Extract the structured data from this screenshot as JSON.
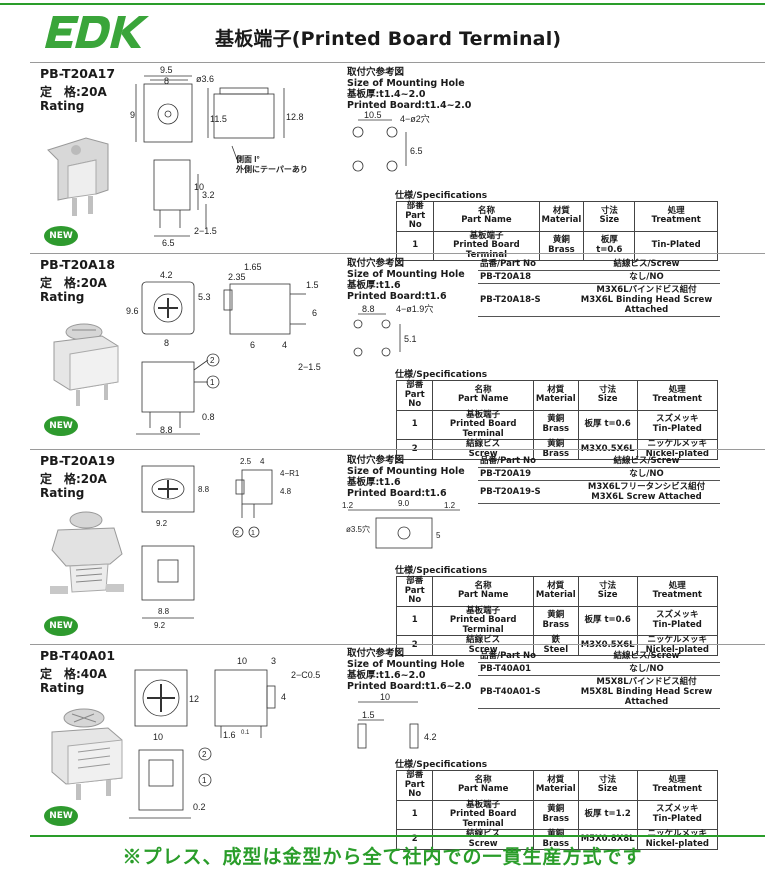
{
  "brand": {
    "logo": "EDK",
    "logo_color": "#3aa53a"
  },
  "title": "基板端子(Printed Board Terminal)",
  "footer": "※プレス、成型は金型から全て社内での一貫生産方式です",
  "mounting_hole": {
    "jp": "取付穴参考図",
    "en": "Size of Mounting Hole"
  },
  "spec_label": "仕様/Specifications",
  "new_badge": "NEW",
  "spec_headers": [
    [
      "部番",
      "Part No"
    ],
    [
      "名称",
      "Part Name"
    ],
    [
      "材質",
      "Material"
    ],
    [
      "寸法",
      "Size"
    ],
    [
      "処理",
      "Treatment"
    ]
  ],
  "screw_headers": [
    "品番/Part No",
    "結線ビス/Screw"
  ],
  "products": [
    {
      "name": "PB-T20A17",
      "rating_cn": "定　格:20A",
      "rating_en": "Rating",
      "mh_lines": [
        "基板厚:t1.4~2.0",
        "Printed Board:t1.4~2.0"
      ],
      "screw_rows": [],
      "spec_rows": [
        {
          "no": "1",
          "name_jp": "基板端子",
          "name_en": "Printed Board Terminal",
          "mat_jp": "黄銅",
          "mat_en": "Brass",
          "size": "板厚 t=0.6",
          "treat_jp": "",
          "treat_en": "Tin-Plated"
        }
      ],
      "dims": {
        "w": "9.5",
        "w2": "8",
        "hole": "ø3.6",
        "h": "9",
        "h2": "11.5",
        "h3": "12.8",
        "pin1": "10",
        "pin2": "3.2",
        "pitch": "6.5",
        "pinw": "2−1.5",
        "note1": "側面 I°",
        "note2": "外側にテーパーあり",
        "mh_pitch": "10.5",
        "mh_hole": "4−ø2穴",
        "mh_v": "6.5"
      }
    },
    {
      "name": "PB-T20A18",
      "rating_cn": "定　格:20A",
      "rating_en": "Rating",
      "mh_lines": [
        "基板厚:t1.6",
        "Printed Board:t1.6"
      ],
      "screw_rows": [
        {
          "no": "PB-T20A18",
          "screw": [
            "なし/NO"
          ]
        },
        {
          "no": "PB-T20A18-S",
          "screw": [
            "M3X6Lバインドビス組付",
            "M3X6L Binding Head Screw Attached"
          ]
        }
      ],
      "spec_rows": [
        {
          "no": "1",
          "name_jp": "基板端子",
          "name_en": "Printed Board Terminal",
          "mat_jp": "黄銅",
          "mat_en": "Brass",
          "size": "板厚 t=0.6",
          "treat_jp": "スズメッキ",
          "treat_en": "Tin-Plated"
        },
        {
          "no": "2",
          "name_jp": "結線ビス",
          "name_en": "Screw",
          "mat_jp": "黄銅",
          "mat_en": "Brass",
          "size": "M3X0.5X6L",
          "treat_jp": "ニッケルメッキ",
          "treat_en": "Nickel-plated"
        }
      ],
      "dims": {
        "w": "4.2",
        "h": "9.6",
        "h2": "5.3",
        "b": "8",
        "a": "1.65",
        "a2": "2.35",
        "s1": "1.5",
        "s2": "6",
        "s3": "6",
        "s4": "4",
        "s5": "2−1.5",
        "t": "0.8",
        "base": "8.8",
        "mh_pitch": "8.8",
        "mh_hole": "4−ø1.9穴",
        "mh_v": "5.1",
        "c1": "2",
        "c2": "1"
      }
    },
    {
      "name": "PB-T20A19",
      "rating_cn": "定　格:20A",
      "rating_en": "Rating",
      "mh_lines": [
        "Printed Board:t1.6"
      ],
      "mh_cn": "基板厚:t1.6",
      "screw_rows": [
        {
          "no": "PB-T20A19",
          "screw": [
            "なし/NO"
          ]
        },
        {
          "no": "PB-T20A19-S",
          "screw": [
            "M3X6Lフリータンシビス組付",
            "M3X6L Screw Attached"
          ]
        }
      ],
      "spec_rows": [
        {
          "no": "1",
          "name_jp": "基板端子",
          "name_en": "Printed Board Terminal",
          "mat_jp": "黄銅",
          "mat_en": "Brass",
          "size": "板厚 t=0.6",
          "treat_jp": "スズメッキ",
          "treat_en": "Tin-Plated"
        },
        {
          "no": "2",
          "name_jp": "結線ビス",
          "name_en": "Screw",
          "mat_jp": "鉄",
          "mat_en": "Steel",
          "size": "M3X0.5X6L",
          "treat_jp": "ニッケルメッキ",
          "treat_en": "Nickel-plated"
        }
      ],
      "dims": {
        "w": "9.2",
        "h": "8.8",
        "a": "2.5",
        "b": "4",
        "c": "4−R1",
        "d": "4.8",
        "base": "8.8",
        "base2": "9.2",
        "m1": "1.2",
        "m2": "9.0",
        "m3": "1.2",
        "hole": "ø3.5穴",
        "mh_v": "5",
        "c1": "2",
        "c2": "1"
      }
    },
    {
      "name": "PB-T40A01",
      "rating_cn": "定　格:40A",
      "rating_en": "Rating",
      "mh_lines": [
        "基板厚:t1.6~2.0",
        "Printed Board:t1.6~2.0"
      ],
      "screw_rows": [
        {
          "no": "PB-T40A01",
          "screw": [
            "なし/NO"
          ]
        },
        {
          "no": "PB-T40A01-S",
          "screw": [
            "M5X8Lバインドビス組付",
            "M5X8L Binding Head Screw Attached"
          ]
        }
      ],
      "spec_rows": [
        {
          "no": "1",
          "name_jp": "基板端子",
          "name_en": "Printed Board Terminal",
          "mat_jp": "黄銅",
          "mat_en": "Brass",
          "size": "板厚 t=1.2",
          "treat_jp": "スズメッキ",
          "treat_en": "Tin-Plated"
        },
        {
          "no": "2",
          "name_jp": "結線ビス",
          "name_en": "Screw",
          "mat_jp": "黄銅",
          "mat_en": "Brass",
          "size": "M5X0.8X8L",
          "treat_jp": "ニッケルメッキ",
          "treat_en": "Nickel-plated"
        }
      ],
      "dims": {
        "w": "12",
        "t": "10",
        "t2": "3",
        "c": "2−C0.5",
        "h": "4",
        "base": "10",
        "pin": "1.6",
        "tol": "0.1",
        "mh_w": "10",
        "mh_s": "1.5",
        "mh_v": "4.2",
        "t3": "0.2",
        "c1": "2",
        "c2": "1"
      }
    }
  ]
}
